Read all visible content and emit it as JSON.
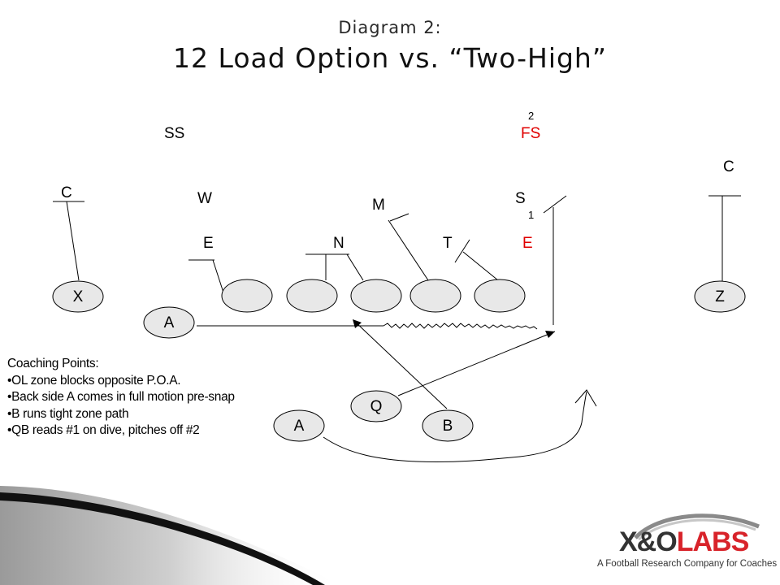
{
  "title": {
    "line1": "Diagram 2:",
    "line2": "12 Load Option vs. “Two-High”"
  },
  "defense": {
    "ss": "SS",
    "fs": "FS",
    "fs_number": "2",
    "c_left": "C",
    "c_right": "C",
    "w": "W",
    "m": "M",
    "s": "S",
    "s_number": "1",
    "e_left": "E",
    "n": "N",
    "t": "T",
    "e_right": "E"
  },
  "offense": {
    "x": "X",
    "z": "Z",
    "a_motion": "A",
    "q": "Q",
    "a_pitch": "A",
    "b": "B"
  },
  "coaching_points": {
    "heading": "Coaching Points:",
    "items": [
      "•OL zone blocks opposite P.O.A.",
      "•Back side A comes in full motion pre-snap",
      "•B runs tight zone path",
      "•QB reads #1 on dive, pitches off #2"
    ]
  },
  "logo": {
    "main_x": "X&O",
    "main_labs": "LABS",
    "tagline": "A Football Research Company for Coaches"
  },
  "colors": {
    "highlight": "#e00000",
    "oval_fill": "#e8e8e8",
    "logo_red": "#d8232a"
  }
}
